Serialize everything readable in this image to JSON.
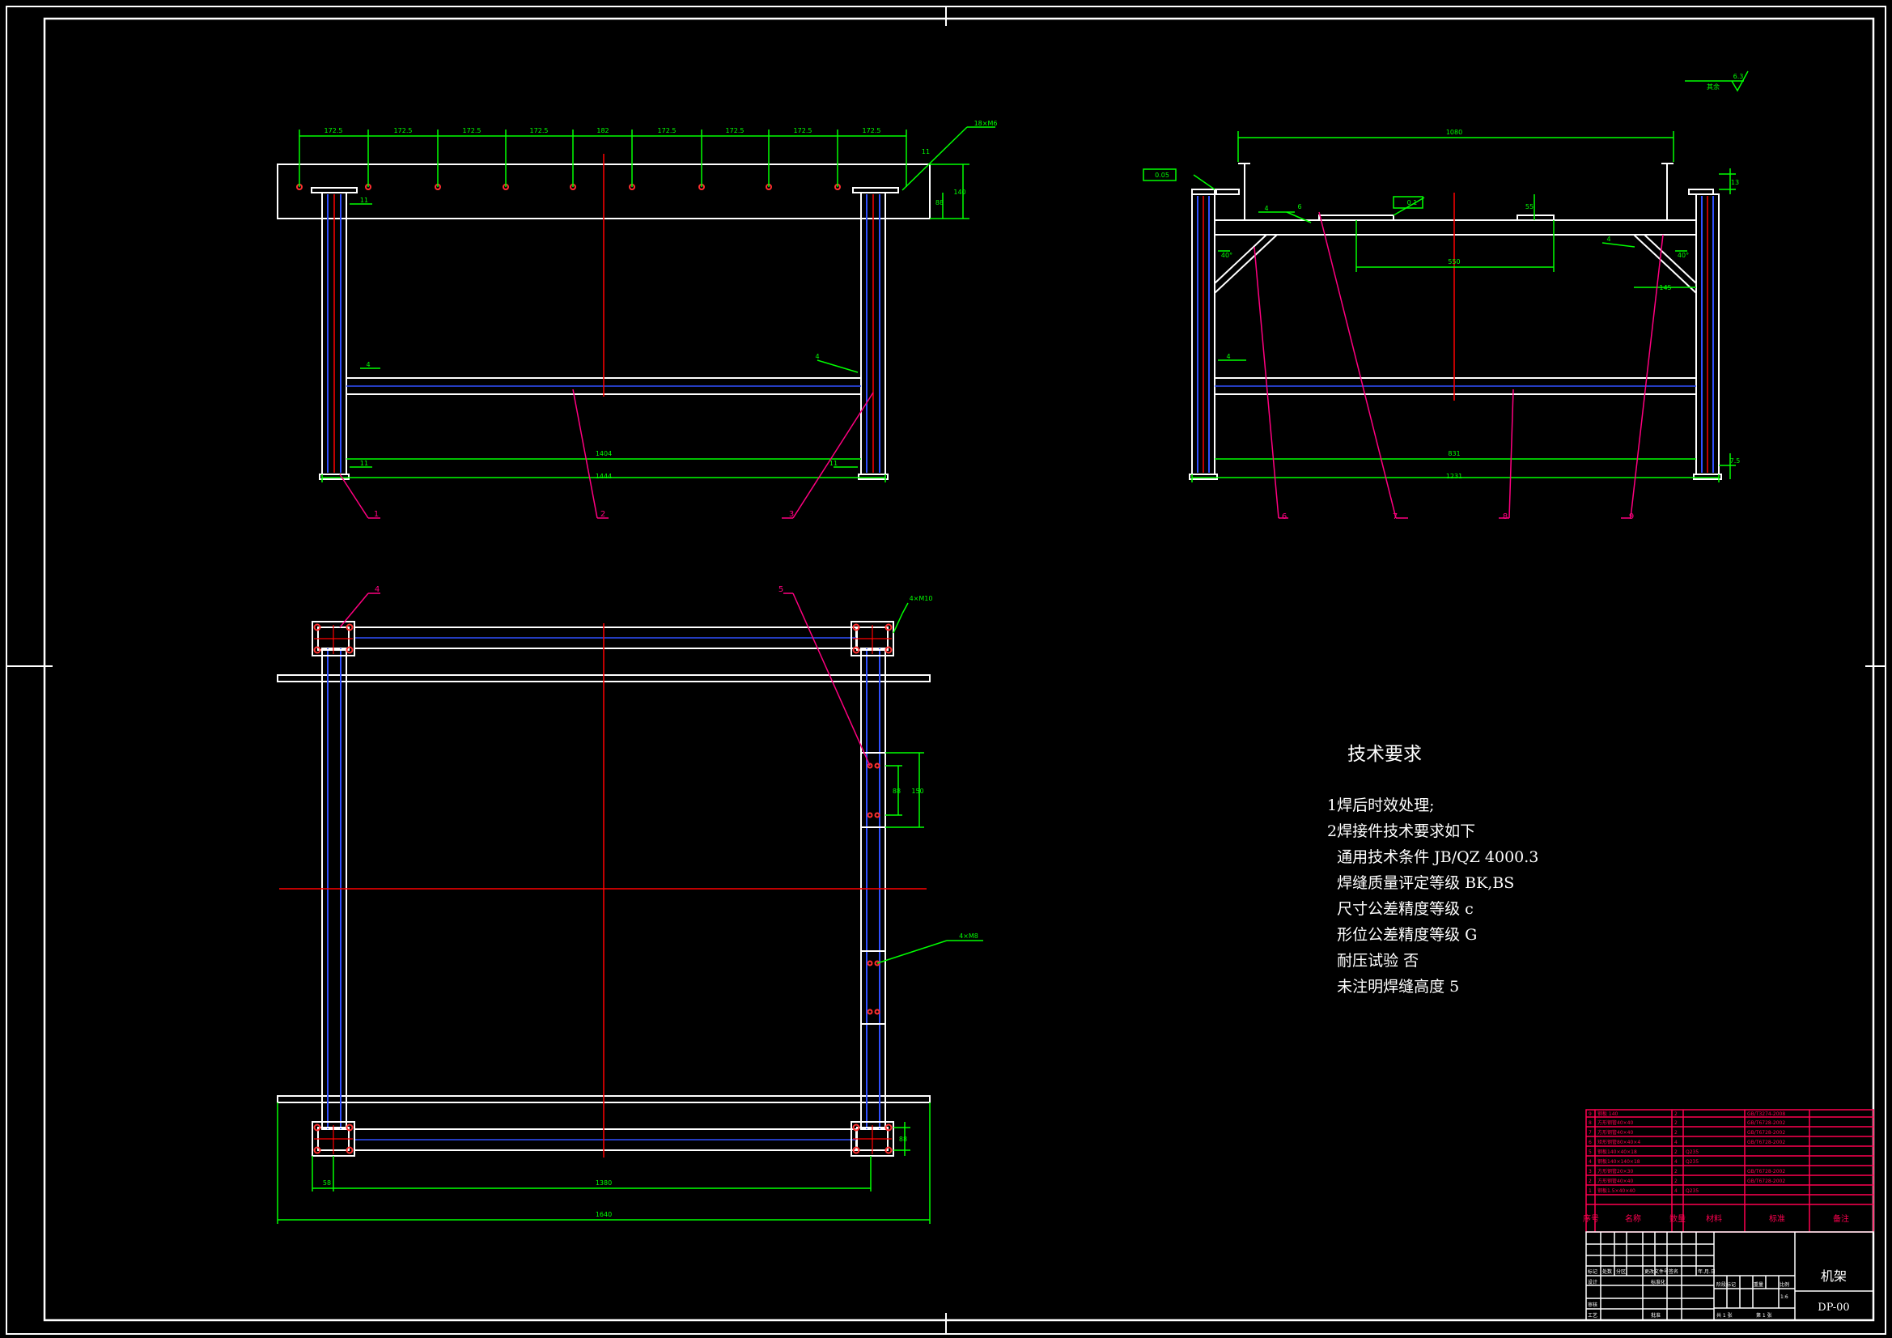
{
  "drawing": {
    "part_name": "机架",
    "drawing_no": "DP-00",
    "surface_note": "其余",
    "surface_value": "6.3",
    "scale": "1:6"
  },
  "tech_requirements": {
    "title": "技术要求",
    "items": [
      "1焊后时效处理;",
      "2焊接件技术要求如下",
      "  通用技术条件 JB/QZ 4000.3",
      "  焊缝质量评定等级 BK,BS",
      "  尺寸公差精度等级 c",
      "  形位公差精度等级 G",
      "  耐压试验 否",
      "  未注明焊缝高度 5"
    ]
  },
  "front_view": {
    "pitch_dims": [
      "172.5",
      "172.5",
      "172.5",
      "172.5",
      "182",
      "172.5",
      "172.5",
      "172.5",
      "172.5"
    ],
    "hole_callout": "18×M6",
    "dims": {
      "inner": "1404",
      "overall": "1444",
      "height_a": "140",
      "height_b": "88"
    },
    "weld_labels": [
      "11",
      "11",
      "4",
      "4",
      "11",
      "11"
    ],
    "balloons": [
      "1",
      "2",
      "3"
    ]
  },
  "side_view": {
    "dims": {
      "top": "1080",
      "inner": "831",
      "overall": "1231",
      "mid": "550",
      "right": "145",
      "h1": "13",
      "h2": "55",
      "h3": "7.5"
    },
    "tolerance_left": "0.05",
    "tolerance_mid": "0.1",
    "angles": [
      "40°",
      "40°"
    ],
    "weld_labels": [
      "4",
      "6",
      "4",
      "4"
    ],
    "balloons": [
      "6",
      "7",
      "8",
      "9"
    ]
  },
  "plan_view": {
    "callouts": [
      "4×M10",
      "4×M8"
    ],
    "dims": {
      "left_offset": "58",
      "inner": "1380",
      "overall": "1640",
      "right": "88",
      "slot_a": "88",
      "slot_b": "150"
    },
    "balloons": [
      "4",
      "5"
    ]
  },
  "bom": {
    "headers": [
      "序号",
      "名称",
      "数量",
      "材料",
      "标准",
      "备注"
    ],
    "rows": [
      [
        "9",
        "钢板 140",
        "2",
        "",
        "GB/T3274-2008",
        ""
      ],
      [
        "8",
        "方形钢管40×40",
        "2",
        "",
        "GB/T6728-2002",
        ""
      ],
      [
        "7",
        "方形钢管40×40",
        "2",
        "",
        "GB/T6728-2002",
        ""
      ],
      [
        "6",
        "矩形钢管80×40×4",
        "4",
        "",
        "GB/T6728-2002",
        ""
      ],
      [
        "5",
        "钢板140×40×18",
        "2",
        "Q235",
        "",
        ""
      ],
      [
        "4",
        "钢板140×140×18",
        "4",
        "Q235",
        "",
        ""
      ],
      [
        "3",
        "方形钢管20×30",
        "2",
        "",
        "GB/T6728-2002",
        ""
      ],
      [
        "2",
        "方形钢管40×40",
        "2",
        "",
        "GB/T6728-2002",
        ""
      ],
      [
        "1",
        "钢板1.5×40×40",
        "4",
        "Q235",
        "",
        ""
      ]
    ]
  },
  "title_block": {
    "row_labels": [
      "标记",
      "处数",
      "分区",
      "更改文件号",
      "签名",
      "年.月.日"
    ],
    "design": "设计",
    "standardize": "标准化",
    "stage": "阶段标记",
    "weight": "重量",
    "scale_label": "比例",
    "check": "审核",
    "process": "工艺",
    "approve": "批准",
    "sheets": "共 1 张",
    "sheet": "第 1 张"
  },
  "colors": {
    "line_white": "#ffffff",
    "dim_green": "#00ff00",
    "center_red": "#ff0000",
    "leader_magenta": "#ff0080",
    "hidden_blue": "#3050ff",
    "hole_red": "#ff3030"
  }
}
